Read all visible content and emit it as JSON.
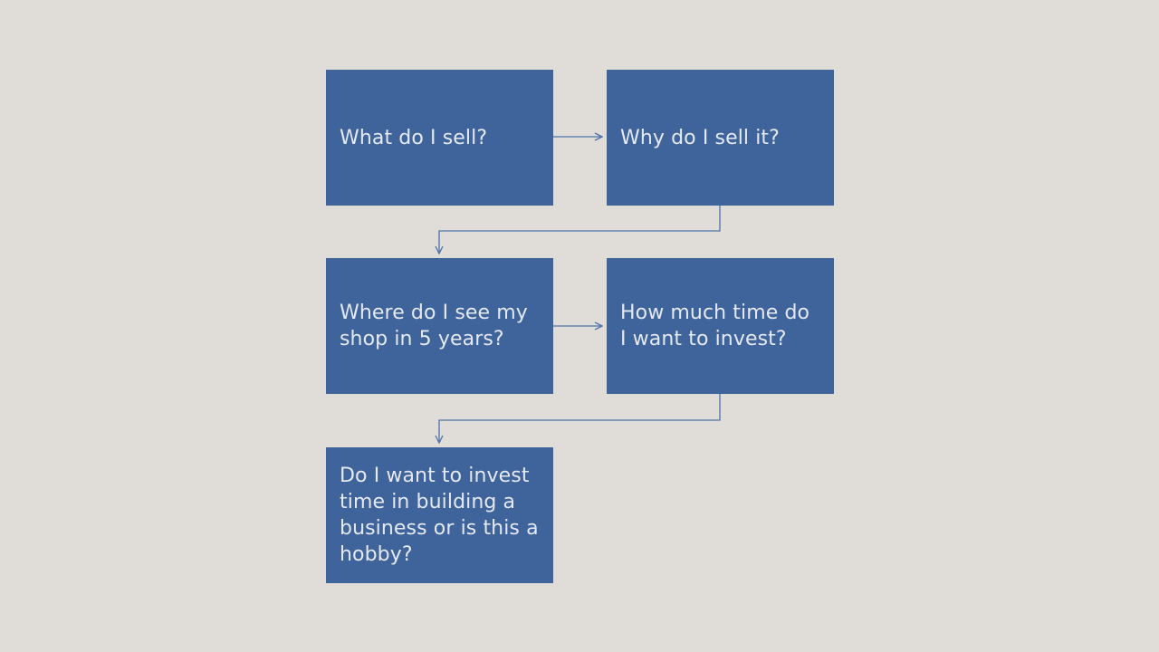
{
  "diagram": {
    "background_color": "#e0dcd8",
    "box_color": "#3f639b",
    "text_color": "#e4e9f2",
    "connector_color": "#4f72a8",
    "steps": [
      {
        "label": "What do I sell?"
      },
      {
        "label": "Why do I sell it?"
      },
      {
        "label": "Where do I see my shop in 5 years?"
      },
      {
        "label": "How much time do I want to invest?"
      },
      {
        "label": "Do I want to invest time in building a business or is this a hobby?"
      }
    ]
  }
}
